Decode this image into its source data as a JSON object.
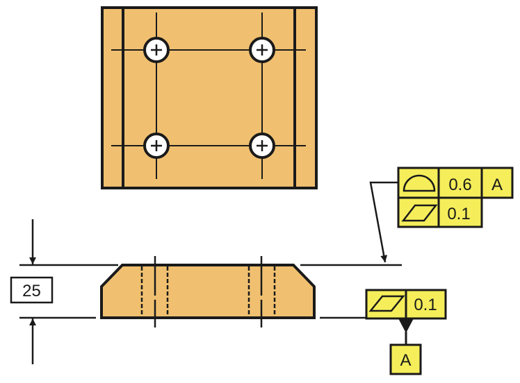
{
  "colors": {
    "part_fill": "#F0C070",
    "frame_fill": "#F5EE5A",
    "line": "#1a1a1a"
  },
  "dimension": {
    "thickness": "25"
  },
  "top_frame": {
    "row1": {
      "symbol": "profile-of-a-surface-icon",
      "tolerance": "0.6",
      "datum": "A"
    },
    "row2": {
      "symbol": "flatness-icon",
      "tolerance": "0.1"
    }
  },
  "bottom_frame": {
    "symbol": "flatness-icon",
    "tolerance": "0.1"
  },
  "datum_label": "A"
}
